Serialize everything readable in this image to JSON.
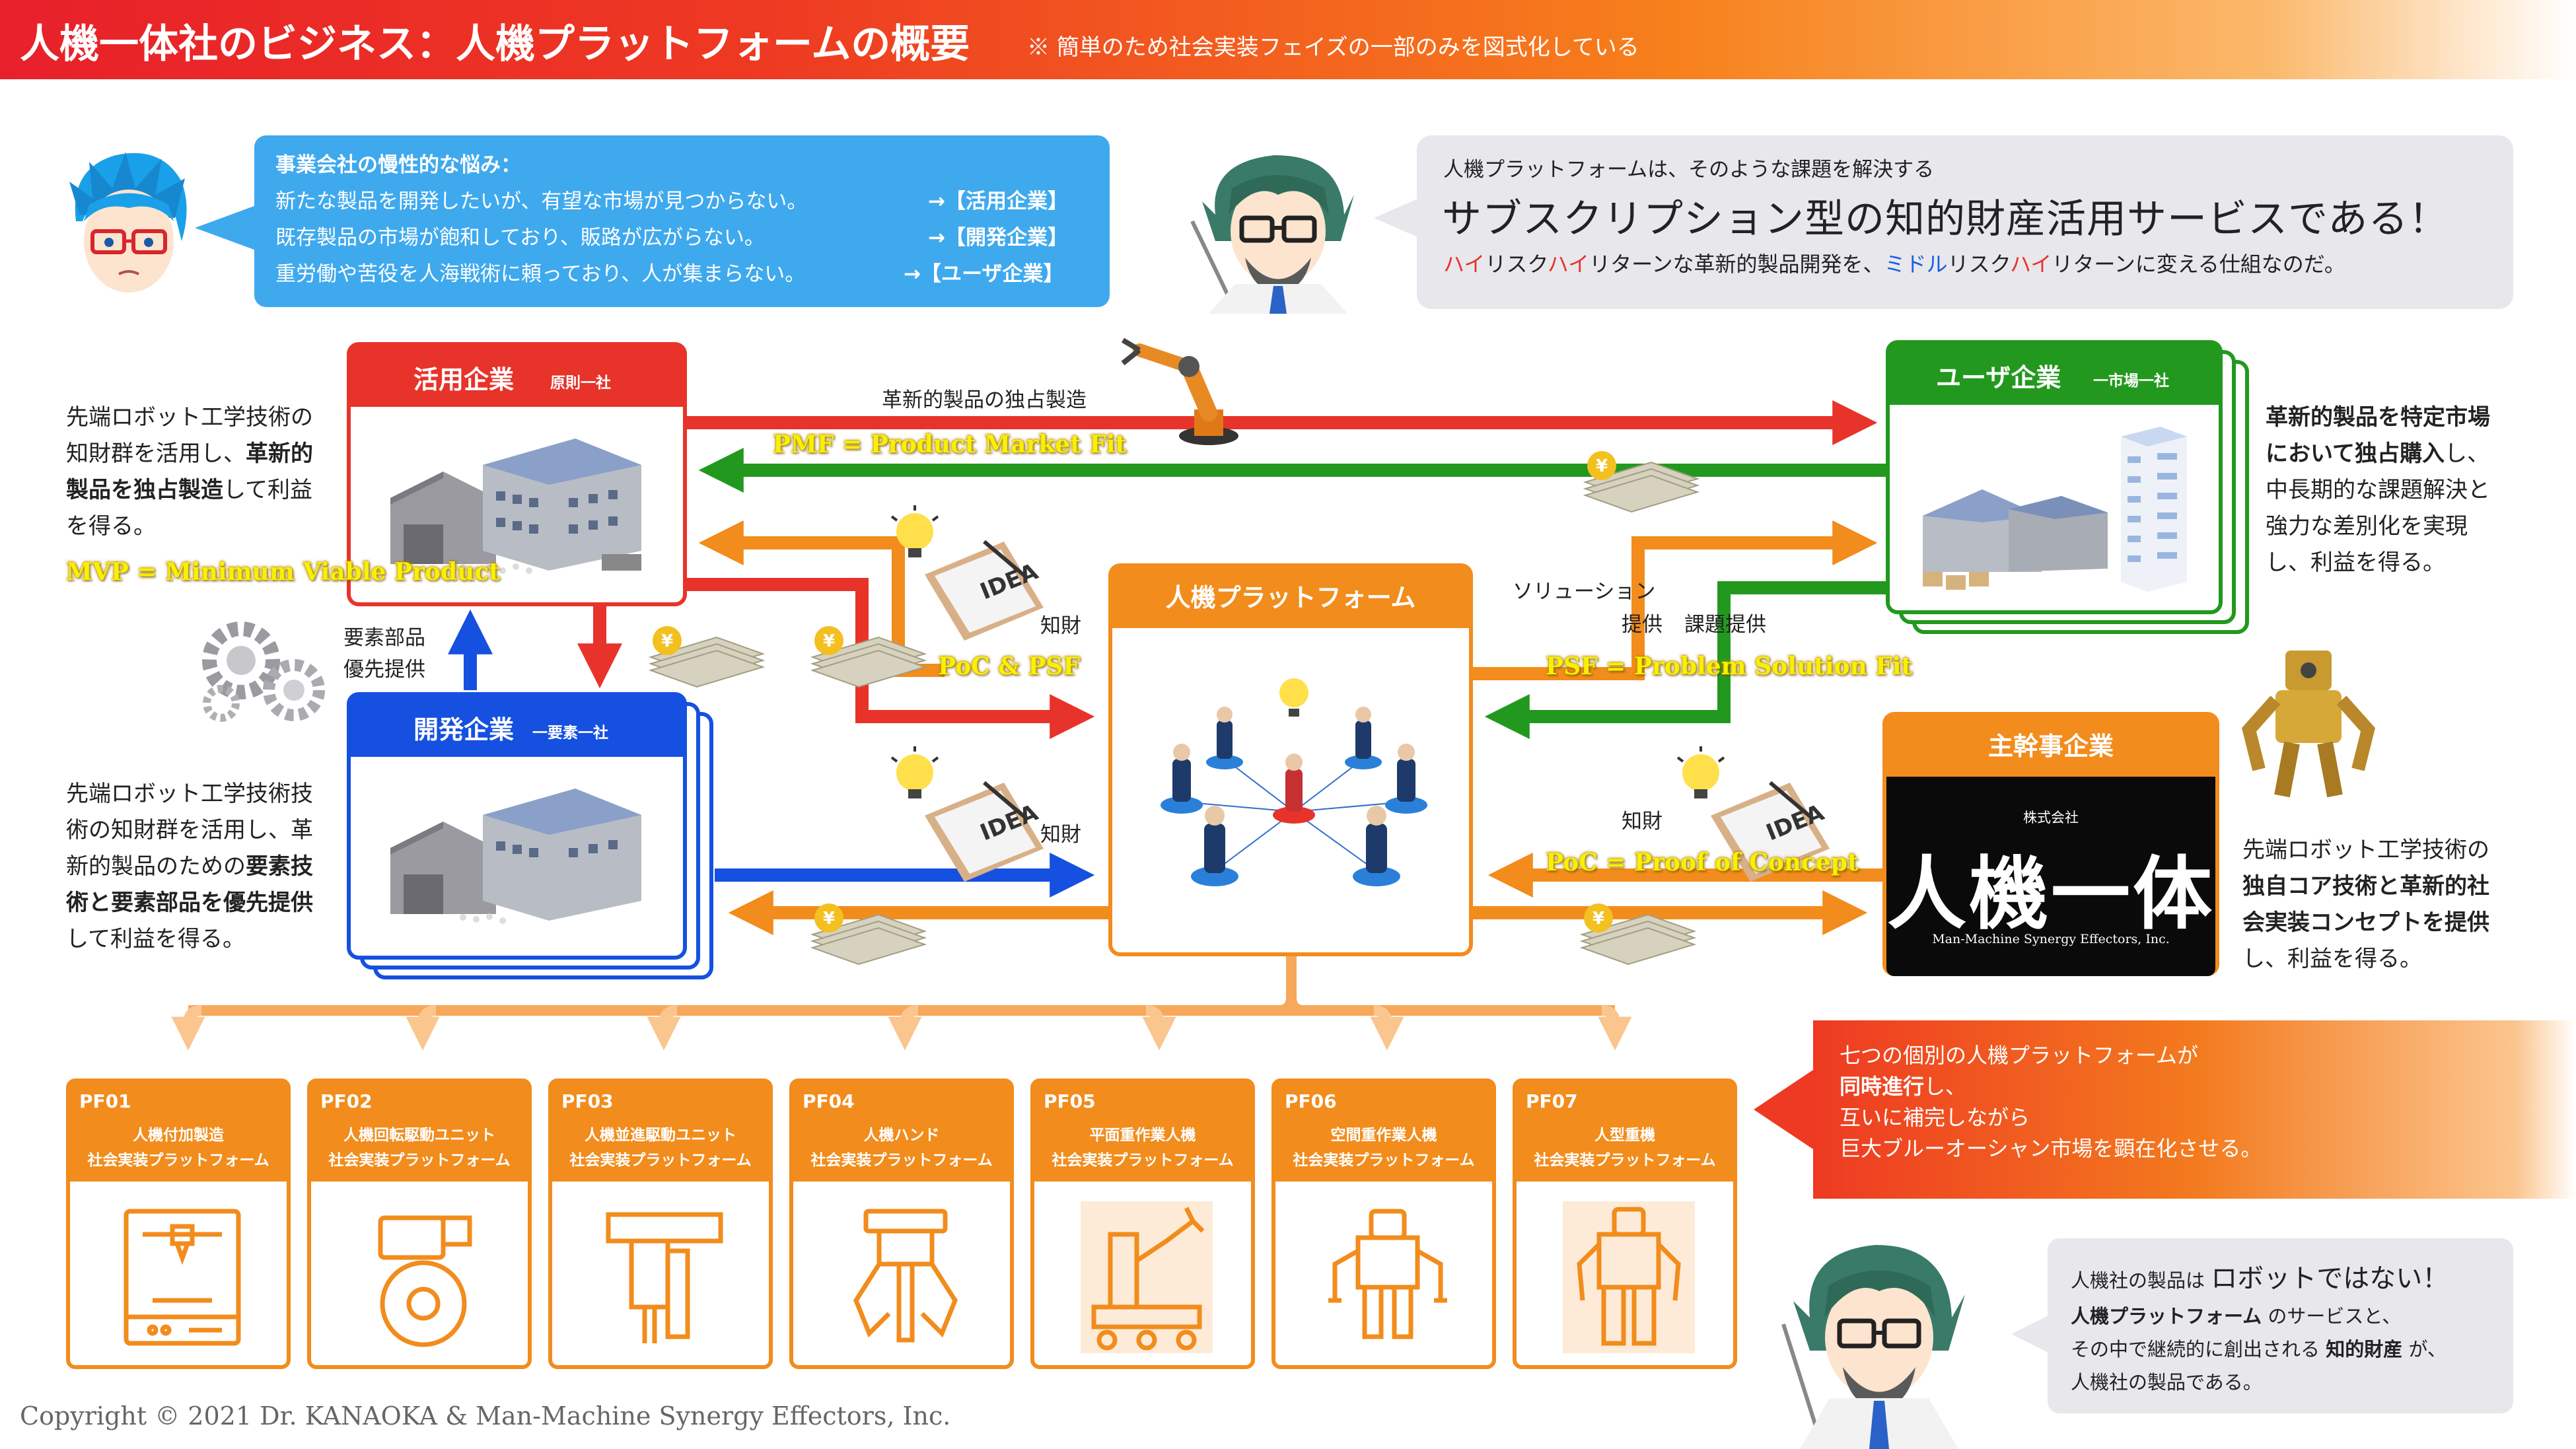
{
  "header": {
    "title": "人機一体社のビジネス：人機プラットフォームの概要",
    "subtitle": "※ 簡単のため社会実装フェイズの一部のみを図式化している"
  },
  "problem_bubble": {
    "heading": "事業会社の慢性的な悩み：",
    "lines": [
      {
        "text": "新たな製品を開発したいが、有望な市場が見つからない。",
        "tag": "→【活用企業】"
      },
      {
        "text": "既存製品の市場が飽和しており、販路が広がらない。",
        "tag": "→【開発企業】"
      },
      {
        "text": "重労働や苦役を人海戦術に頼っており、人が集まらない。",
        "tag": "→【ユーザ企業】"
      }
    ]
  },
  "solution_bubble": {
    "line1": "人機プラットフォームは、そのような課題を解決する",
    "line2": "サブスクリプション型の知的財産活用サービスである！",
    "line3_parts": [
      "ハイ",
      "リスク",
      "ハイ",
      "リターンな革新的製品開発を、",
      "ミドル",
      "リスク",
      "ハイ",
      "リターンに変える仕組なのだ。"
    ]
  },
  "companies": {
    "katsuyo": {
      "name": "活用企業",
      "note": "原則一社",
      "desc": [
        "先端ロボット工学技術の",
        "知財群を活用し、",
        "革新的",
        "製品を独占製造",
        "して利益",
        "を得る。"
      ]
    },
    "kaihatsu": {
      "name": "開発企業",
      "note": "一要素一社",
      "desc": [
        "先端ロボット工学技術技",
        "術の知財群を活用し、革",
        "新的製品のための",
        "要素技",
        "術と要素部品を優先提供",
        "して利益を得る。"
      ]
    },
    "user": {
      "name": "ユーザ企業",
      "note": "一市場一社",
      "desc": [
        "革新的製品を特定市場",
        "において独占購入",
        "し、",
        "中長期的な課題解決と",
        "強力な差別化を実現",
        "し、利益を得る。"
      ]
    },
    "shukan": {
      "name": "主幹事企業",
      "desc": [
        "先端ロボット工学技術の",
        "独自コア技術と革新的社",
        "会実装コンセプトを提供",
        "し、利益を得る。"
      ]
    }
  },
  "platform": {
    "name": "人機プラットフォーム"
  },
  "logo": {
    "small": "株式会社",
    "main": "人機一体",
    "english": "Man-Machine Synergy Effectors, Inc."
  },
  "labels": {
    "monopoly": "革新的製品の独占製造",
    "pmf": "PMF = Product Market Fit",
    "mvp": "MVP = Minimum Viable Product",
    "parts": [
      "要素部品",
      "優先提供"
    ],
    "chizai": "知財",
    "poc_psf": "PoC & PSF",
    "psf": "PSF = Problem Solution Fit",
    "poc": "PoC = Proof of Concept",
    "solution": [
      "ソリューション",
      "提供",
      "課題提供"
    ],
    "idea": "IDEA"
  },
  "pf_list": [
    {
      "id": "PF01",
      "name1": "人機付加製造",
      "name2": "社会実装プラットフォーム",
      "icon": "3d-printer-icon"
    },
    {
      "id": "PF02",
      "name1": "人機回転駆動ユニット",
      "name2": "社会実装プラットフォーム",
      "icon": "motor-icon"
    },
    {
      "id": "PF03",
      "name1": "人機並進駆動ユニット",
      "name2": "社会実装プラットフォーム",
      "icon": "linear-actuator-icon"
    },
    {
      "id": "PF04",
      "name1": "人機ハンド",
      "name2": "社会実装プラットフォーム",
      "icon": "robot-hand-icon"
    },
    {
      "id": "PF05",
      "name1": "平面重作業人機",
      "name2": "社会実装プラットフォーム",
      "icon": "heavy-work-robot-icon"
    },
    {
      "id": "PF06",
      "name1": "空間重作業人機",
      "name2": "社会実装プラットフォーム",
      "icon": "space-work-robot-icon"
    },
    {
      "id": "PF07",
      "name1": "人型重機",
      "name2": "社会実装プラットフォーム",
      "icon": "humanoid-robot-icon"
    }
  ],
  "parallel_note": {
    "lines": [
      "七つの個別の人機プラットフォームが",
      "同時進行",
      "し、",
      "互いに補完しながら",
      "巨大ブルーオーシャン市場を顕在化させる。"
    ]
  },
  "product_bubble": {
    "line1a": "人機社の製品は ",
    "line1b": "ロボットではない！",
    "line2a": "人機プラットフォーム",
    "line2b": " のサービスと、",
    "line3a": "その中で継続的に創出される ",
    "line3b": "知的財産",
    "line3c": " が、",
    "line4": "人機社の製品である。"
  },
  "copyright": "Copyright © 2021 Dr. KANAOKA & Man-Machine Synergy Effectors, Inc.",
  "colors": {
    "red": "#e8332a",
    "green": "#22991e",
    "blue": "#1550e0",
    "orange": "#f28c1c",
    "sky": "#3fa9ee"
  }
}
